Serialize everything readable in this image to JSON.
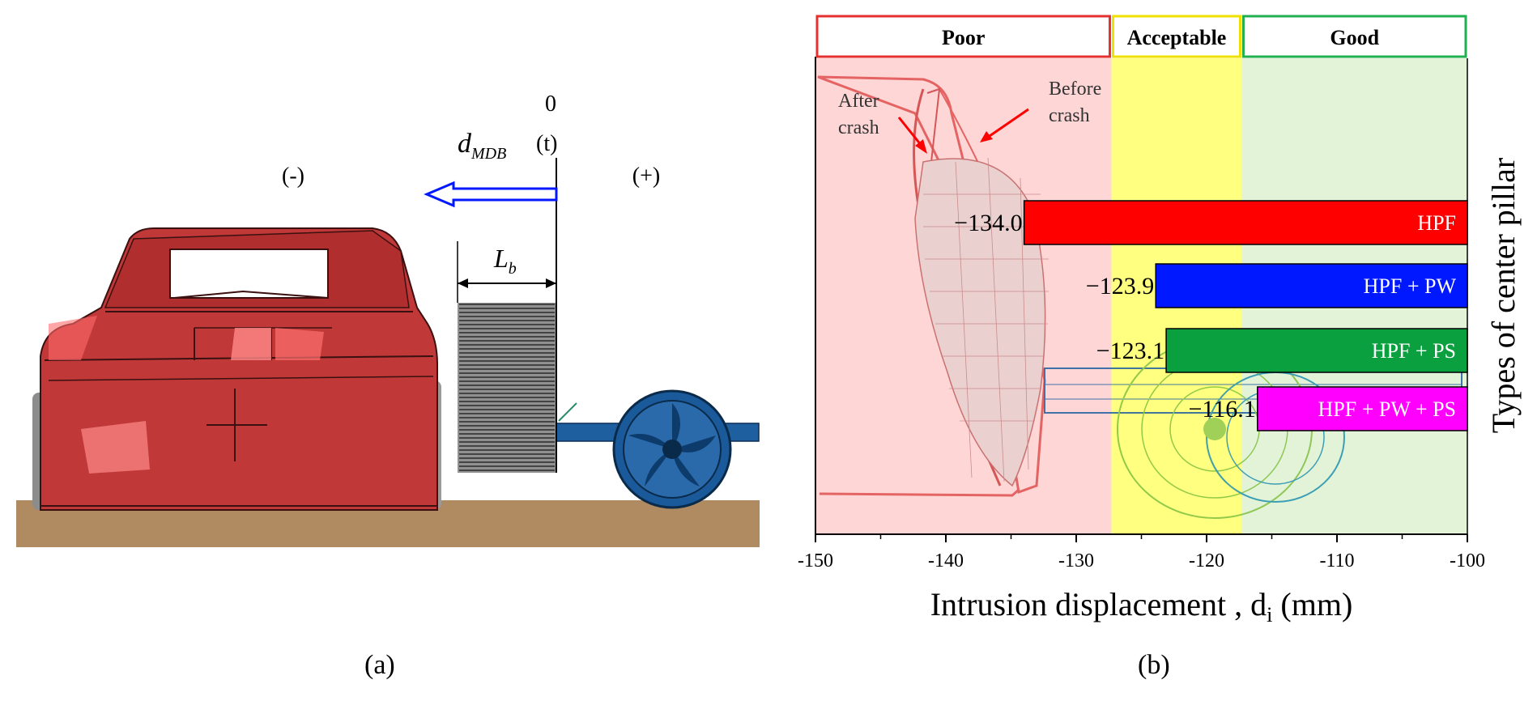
{
  "panel_a": {
    "label": "(a)",
    "zero_label": "0",
    "d_symbol": "d",
    "d_subscript": "MDB",
    "time_label": "(t)",
    "negative_label": "(-)",
    "positive_label": "(+)",
    "length_symbol": "L",
    "length_subscript": "b"
  },
  "panel_b": {
    "label": "(b)",
    "zones": [
      {
        "name": "Poor",
        "from": -150,
        "to": -127.3,
        "color": "#ffd6d6",
        "border": "#e53030"
      },
      {
        "name": "Acceptable",
        "from": -127.3,
        "to": -117.3,
        "color": "#ffff80",
        "border": "#f0e000"
      },
      {
        "name": "Good",
        "from": -117.3,
        "to": -100,
        "color": "#e2f3d8",
        "border": "#20b050"
      }
    ],
    "annotations": {
      "after_crash_1": "After",
      "after_crash_2": "crash",
      "before_crash_1": "Before",
      "before_crash_2": "crash"
    }
  },
  "chart_data": {
    "type": "bar",
    "orientation": "horizontal",
    "categories": [
      "HPF",
      "HPF + PW",
      "HPF + PS",
      "HPF + PW + PS"
    ],
    "values": [
      -134.0,
      -123.9,
      -123.1,
      -116.1
    ],
    "value_labels": [
      "−134.0",
      "−123.9",
      "−123.1",
      "−116.1"
    ],
    "colors": [
      "#ff0000",
      "#0018ff",
      "#0aa040",
      "#ff00ff"
    ],
    "xlabel_main": "Intrusion displacement , d",
    "xlabel_sub": "i",
    "xlabel_unit": " (mm)",
    "ylabel": "Types of center pillar",
    "xlim": [
      -150,
      -100
    ],
    "xticks": [
      -150,
      -140,
      -130,
      -120,
      -110,
      -100
    ],
    "grid": false
  }
}
